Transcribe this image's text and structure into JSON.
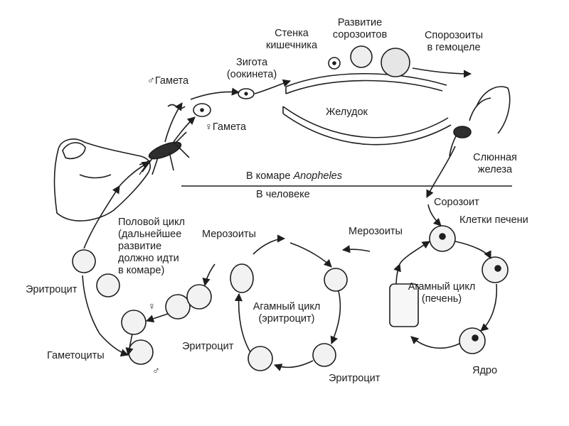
{
  "labels": {
    "male_gamete": "♂Гамета",
    "female_gamete": "♀Гамета",
    "zygote_line1": "Зигота",
    "zygote_line2": "(оокинета)",
    "gut_wall_line1": "Стенка",
    "gut_wall_line2": "кишечника",
    "sporozoite_dev_line1": "Развитие",
    "sporozoite_dev_line2": "сорозоитов",
    "sporozoites_hemocoel_line1": "Спорозоиты",
    "sporozoites_hemocoel_line2": "в гемоцеле",
    "stomach": "Желудок",
    "salivary_line1": "Слюнная",
    "salivary_line2": "железа",
    "in_mosquito_prefix": "В комаре ",
    "in_mosquito_genus": "Anopheles",
    "in_human": "В человеке",
    "sporozoite": "Сорозоит",
    "liver_cells": "Клетки печени",
    "merozoites_right": "Мерозоиты",
    "merozoites_left": "Мерозоиты",
    "asexual_liver_line1": "Агамный цикл",
    "asexual_liver_line2": "(печень)",
    "asexual_rbc_line1": "Агамный цикл",
    "asexual_rbc_line2": "(эритроцит)",
    "sexual_line1": "Половой цикл",
    "sexual_line2": "(дальнейшее",
    "sexual_line3": "развитие",
    "sexual_line4": "должно идти",
    "sexual_line5": "в комаре)",
    "erythrocyte_left": "Эритроцит",
    "erythrocyte_mid": "Эритроцит",
    "erythrocyte_bottom": "Эритроцит",
    "gametocytes": "Гаметоциты",
    "nucleus": "Ядро",
    "female_sign": "♀",
    "male_sign": "♂"
  },
  "colors": {
    "ink": "#1e1e1e",
    "cell_fill": "#f2f2f2",
    "background": "#ffffff"
  }
}
